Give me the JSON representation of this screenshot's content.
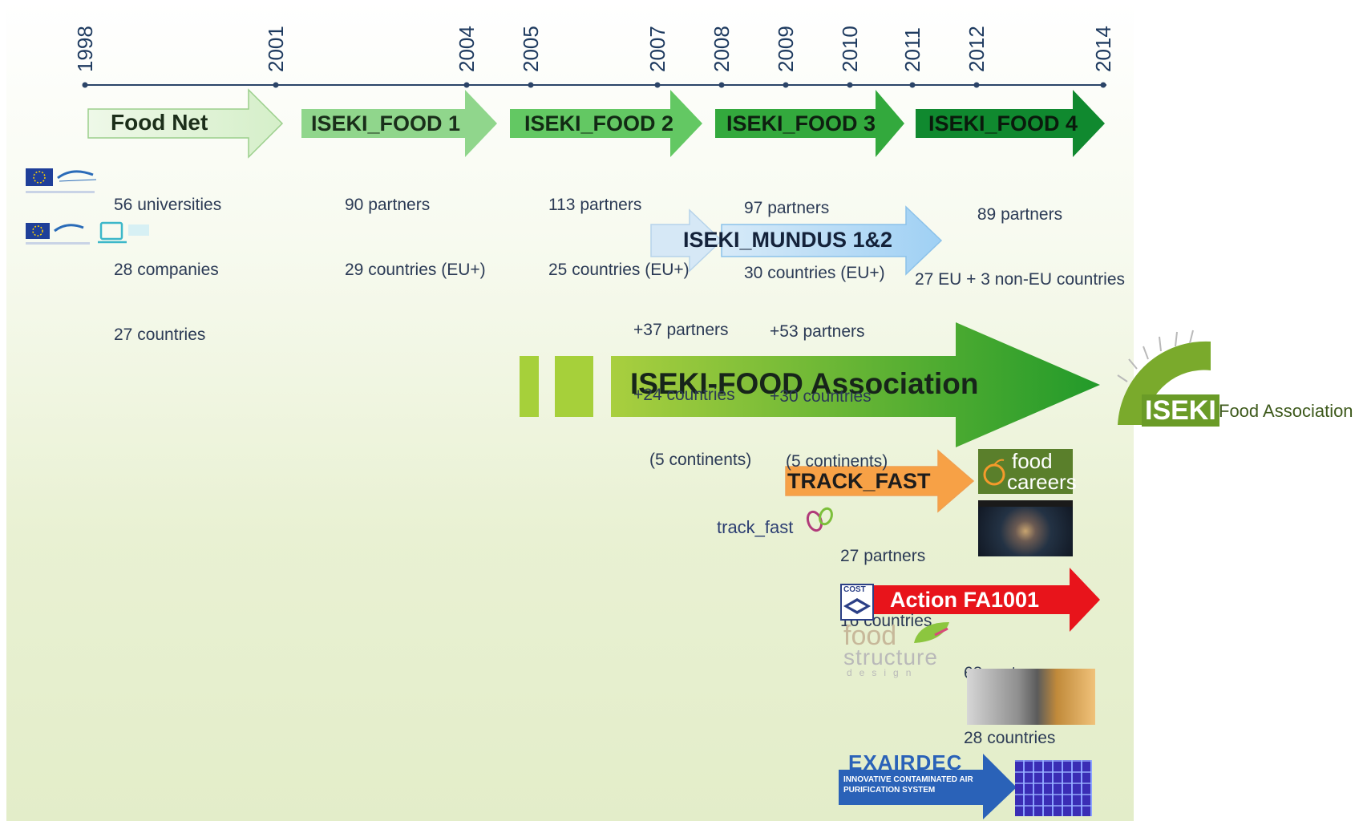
{
  "timeline": {
    "years": [
      "1998",
      "2001",
      "2004",
      "2005",
      "2007",
      "2008",
      "2009",
      "2010",
      "2011",
      "2012",
      "2014"
    ]
  },
  "projects": {
    "food_net": {
      "label": "Food Net",
      "stats": [
        "56 universities",
        "28 companies",
        "27 countries"
      ]
    },
    "iseki_food_1": {
      "label": "ISEKI_FOOD 1",
      "stats": [
        "90 partners",
        "29 countries (EU+)"
      ]
    },
    "iseki_food_2": {
      "label": "ISEKI_FOOD 2",
      "stats": [
        "113 partners",
        "25 countries (EU+)"
      ]
    },
    "iseki_food_3": {
      "label": "ISEKI_FOOD 3",
      "stats": [
        "97 partners",
        "30 countries (EU+)"
      ]
    },
    "iseki_food_4": {
      "label": "ISEKI_FOOD 4",
      "stats": [
        "89 partners",
        "27 EU + 3 non-EU countries"
      ]
    },
    "iseki_mundus": {
      "label": "ISEKI_MUNDUS 1&2",
      "stats_1": [
        "+37 partners",
        "+24 countries",
        "(5 continents)"
      ],
      "stats_2": [
        "+53 partners",
        "+30 countries",
        "(5 continents)"
      ]
    },
    "association": {
      "label": "ISEKI-FOOD Association"
    },
    "track_fast": {
      "label": "TRACK_FAST",
      "logo_text": "track_fast",
      "stats": [
        "27 partners",
        "16 countries"
      ]
    },
    "action_fa1001": {
      "label": "Action FA1001",
      "stats": [
        "68 partners",
        "28 countries"
      ]
    },
    "exairdec": {
      "label": "EXAIRDEC",
      "sub": "INNOVATIVE CONTAMINATED AIR PURIFICATION SYSTEM"
    }
  },
  "logos": {
    "iseki_logo_text_1": "ISEKI",
    "iseki_logo_text_2": "Food Association",
    "food_careers_1": "food",
    "food_careers_2": "careers",
    "food_structure_1": "food",
    "food_structure_2": "structure",
    "food_structure_3": "design",
    "cost": "COST"
  },
  "colors": {
    "food_net": "#e3f4d9",
    "iseki1": "#8fd48a",
    "iseki2": "#5cc25a",
    "iseki3": "#2fa33a",
    "iseki4": "#0f8a2e",
    "mundus": "#b5d9f3",
    "association": "#5ea82e",
    "track_fast": "#f7a24a",
    "action": "#e8141b",
    "exairdec": "#2a62b8"
  }
}
